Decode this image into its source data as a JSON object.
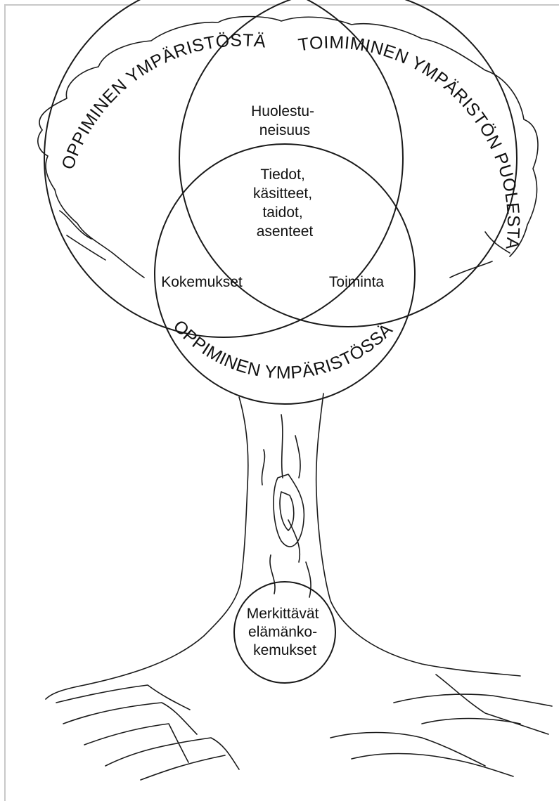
{
  "arc_labels": {
    "left": "OPPIMINEN YMPÄRISTÖSTÄ",
    "right": "TOIMIMINEN YMPÄRISTÖN PUOLESTA",
    "bottom": "OPPIMINEN YMPÄRISTÖSSÄ"
  },
  "regions": {
    "concern": [
      "Huolestu-",
      "neisuus"
    ],
    "center": [
      "Tiedot,",
      "käsitteet,",
      "taidot,",
      "asenteet"
    ],
    "experiences": "Kokemukset",
    "action": "Toiminta",
    "roots": [
      "Merkittävät",
      "elämänko-",
      "kemukset"
    ]
  }
}
